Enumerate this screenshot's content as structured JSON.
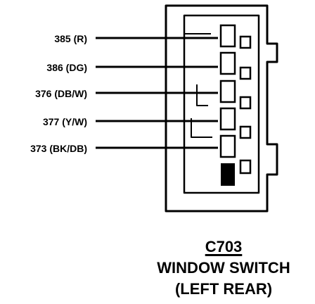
{
  "connector": {
    "id": "C703",
    "name": "WINDOW SWITCH",
    "position": "(LEFT REAR)"
  },
  "wires": [
    {
      "circuit": "385",
      "color": "(R)"
    },
    {
      "circuit": "386",
      "color": "(DG)"
    },
    {
      "circuit": "376",
      "color": "(DB/W)"
    },
    {
      "circuit": "377",
      "color": "(Y/W)"
    },
    {
      "circuit": "373",
      "color": "(BK/DB)"
    }
  ]
}
